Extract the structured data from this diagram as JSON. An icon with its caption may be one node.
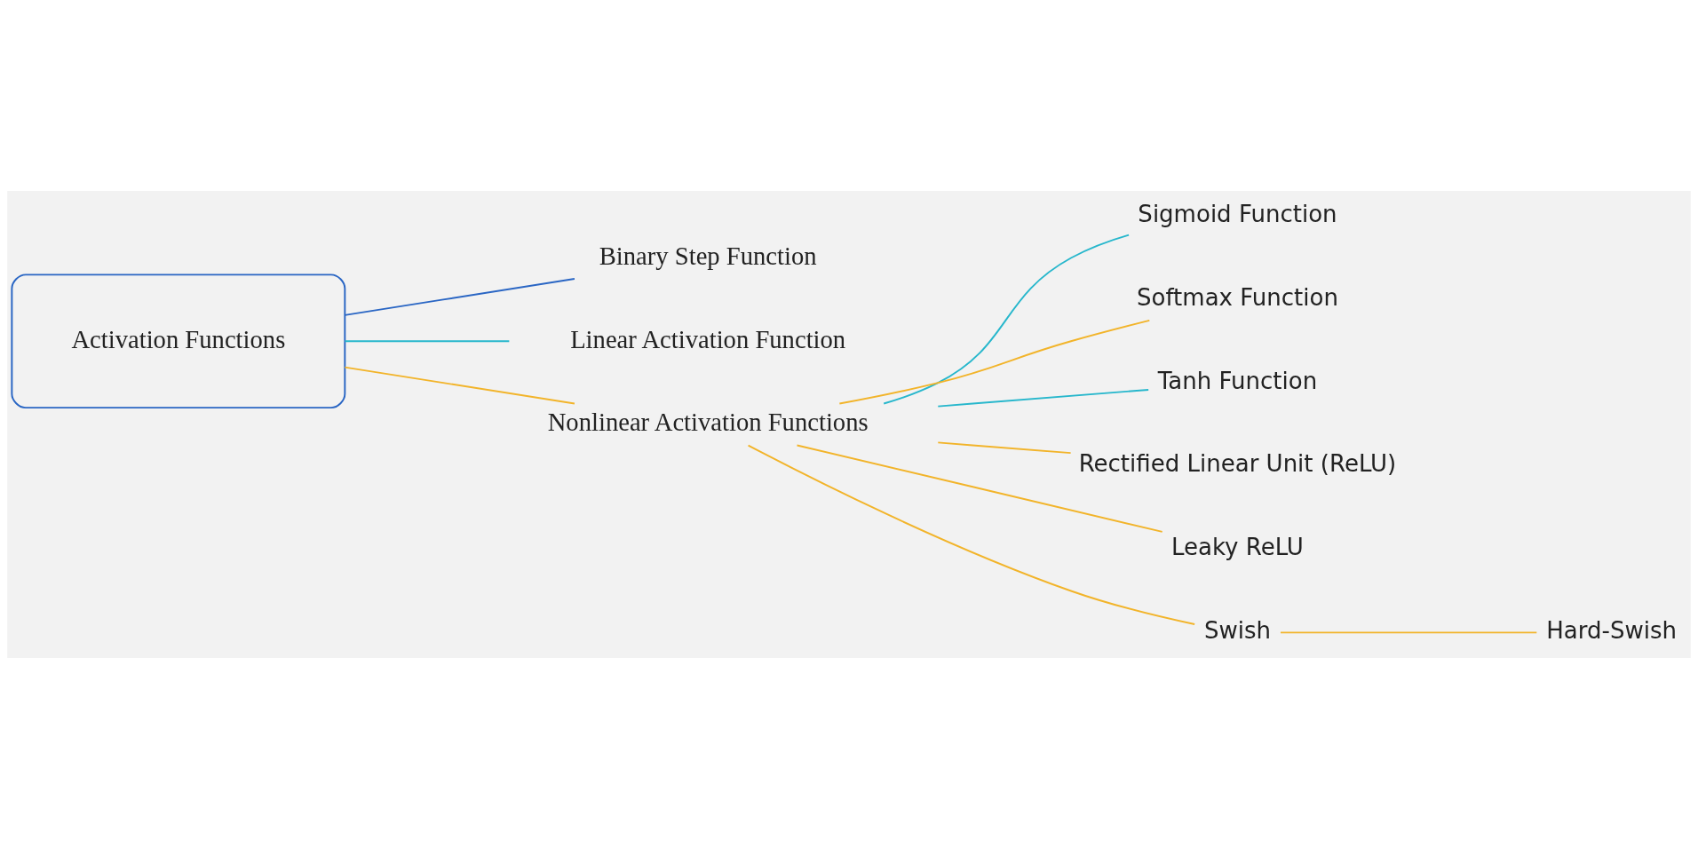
{
  "diagram": {
    "nodes": [
      {
        "text": [
          "Activation Functions"
        ]
      },
      {
        "text": [
          "Binary Step Function"
        ]
      },
      {
        "text": [
          "Linear Activation Function"
        ]
      },
      {
        "text": [
          "Nonlinear Activation Functions"
        ]
      },
      {
        "text": [
          "Sigmoid Function"
        ]
      },
      {
        "text": [
          "Softmax Function"
        ]
      },
      {
        "text": [
          "Tanh Function"
        ]
      },
      {
        "text": [
          "Rectified Linear Unit (ReLU)"
        ]
      },
      {
        "text": [
          "Leaky ReLU"
        ]
      },
      {
        "text": [
          "Swish"
        ]
      },
      {
        "text": [
          "Hard-Swish"
        ]
      }
    ],
    "edges": [
      {
        "from": 0,
        "to": 1,
        "arrow": "none",
        "color": "#2a66c4"
      },
      {
        "from": 0,
        "to": 2,
        "arrow": "none",
        "color": "#27b7cc"
      },
      {
        "from": 0,
        "to": 3,
        "arrow": "none"
      },
      {
        "from": 3,
        "to": 4,
        "arrow": "none",
        "color": "#27b7cc"
      },
      {
        "from": 3,
        "to": 5,
        "arrow": "none"
      },
      {
        "from": 3,
        "to": 6,
        "arrow": "none",
        "color": "#27b7cc"
      },
      {
        "from": 3,
        "to": 7,
        "arrow": "none"
      },
      {
        "from": 3,
        "to": 8,
        "arrow": "none"
      },
      {
        "from": 3,
        "to": 9,
        "arrow": "none"
      },
      {
        "from": 9,
        "to": 10,
        "arrow": "none"
      }
    ]
  }
}
